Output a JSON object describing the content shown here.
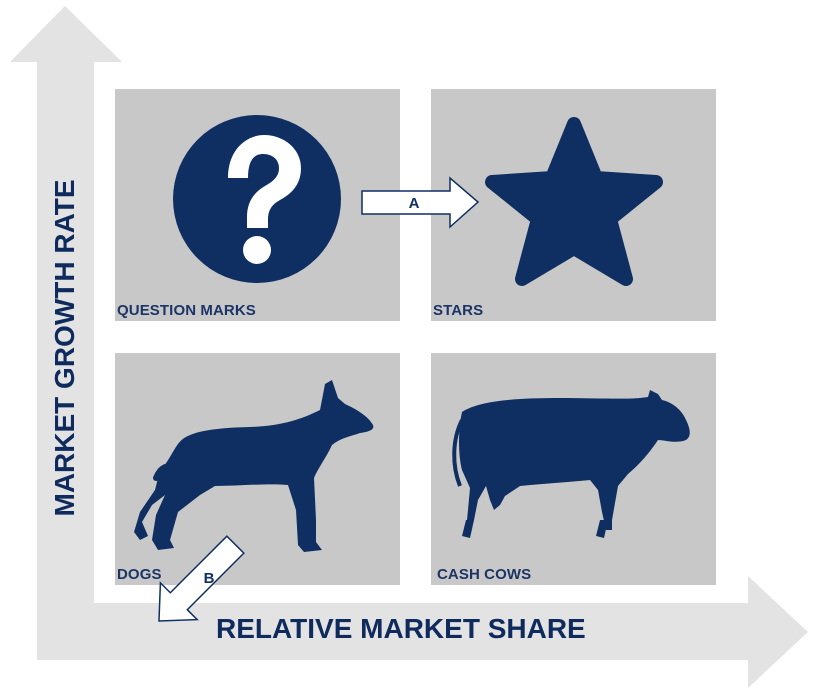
{
  "axes": {
    "y_label": "MARKET GROWTH RATE",
    "x_label": "RELATIVE MARKET SHARE"
  },
  "quadrants": {
    "question_marks": "QUESTION MARKS",
    "stars": "STARS",
    "dogs": "DOGS",
    "cash_cows": "CASH COWS"
  },
  "arrows": {
    "a_label": "A",
    "b_label": "B"
  },
  "colors": {
    "axis_gray": "#e3e3e3",
    "quadrant_gray": "#c8c8c8",
    "icon_navy": "#0f2f62",
    "label_navy": "#1c3466"
  },
  "icons": [
    "question-mark-icon",
    "star-icon",
    "dog-icon",
    "cow-icon"
  ]
}
